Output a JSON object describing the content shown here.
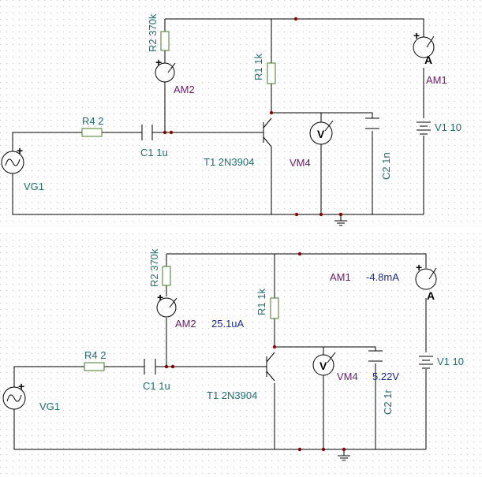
{
  "top": {
    "r2": "R2 370k",
    "r1": "R1 1k",
    "am2": "AM2",
    "am1": "AM1",
    "r4": "R4 2",
    "c1": "C1 1u",
    "t1": "T1 2N3904",
    "vm4": "VM4",
    "c2": "C2 1n",
    "v1": "V1 10",
    "vg1": "VG1"
  },
  "bottom": {
    "r2": "R2 370k",
    "r1": "R1 1k",
    "am2": "AM2",
    "am2_value": "25.1uA",
    "am1": "AM1",
    "am1_value": "-4.8mA",
    "r4": "R4 2",
    "c1": "C1 1u",
    "t1": "T1 2N3904",
    "vm4": "VM4",
    "vm4_value": "5.22V",
    "c2": "C2 1r",
    "v1": "V1 10",
    "vg1": "VG1"
  },
  "symbols": {
    "ammeter": "A",
    "voltmeter": "V",
    "plus": "+"
  }
}
